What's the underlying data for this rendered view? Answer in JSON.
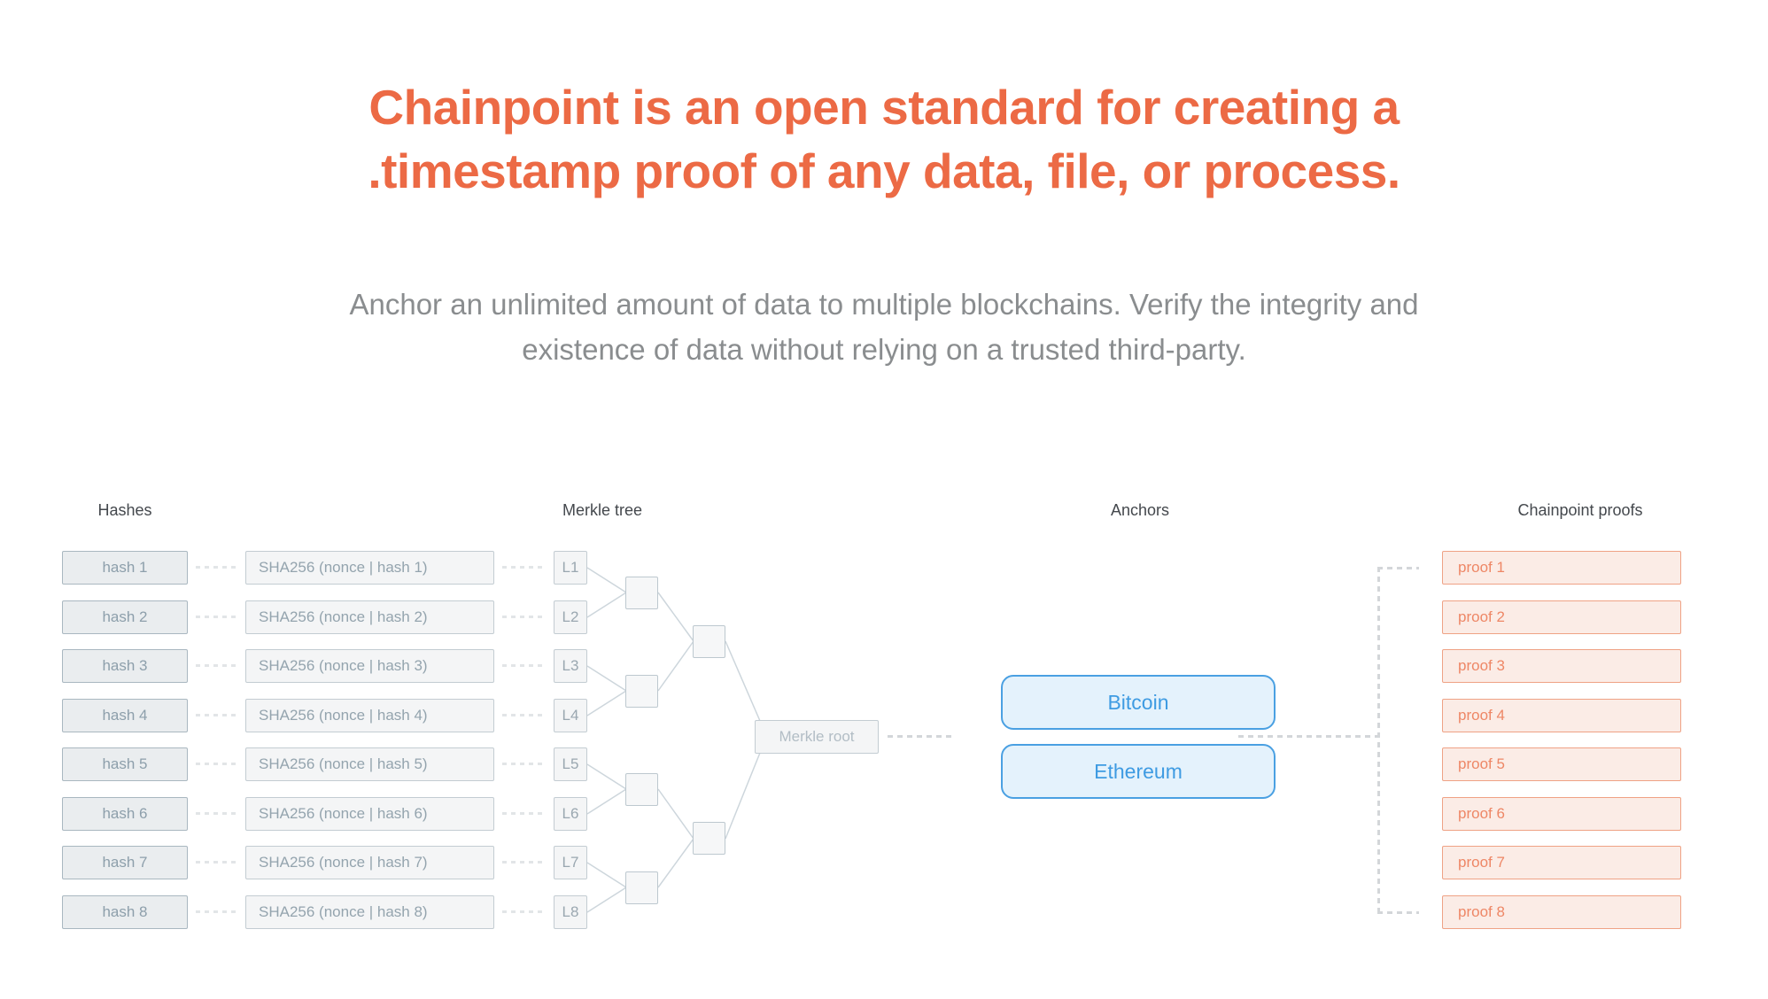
{
  "hero": {
    "title_line1": "Chainpoint is an open standard for creating a",
    "title_line2": "timestamp proof of any data, file, or process.",
    "subtitle_line1": "Anchor an unlimited amount of data to multiple blockchains. Verify the integrity and",
    "subtitle_line2": "existence of data without relying on a trusted third-party.",
    "title_color": "#ec6a45"
  },
  "diagram": {
    "column_headers": {
      "hashes": "Hashes",
      "merkle_tree": "Merkle tree",
      "anchors": "Anchors",
      "proofs": "Chainpoint proofs"
    },
    "hashes": [
      "hash 1",
      "hash 2",
      "hash 3",
      "hash 4",
      "hash 5",
      "hash 6",
      "hash 7",
      "hash 8"
    ],
    "sha_operations": [
      "SHA256 (nonce | hash 1)",
      "SHA256 (nonce | hash 2)",
      "SHA256 (nonce | hash 3)",
      "SHA256 (nonce | hash 4)",
      "SHA256 (nonce | hash 5)",
      "SHA256 (nonce | hash 6)",
      "SHA256 (nonce | hash 7)",
      "SHA256 (nonce | hash 8)"
    ],
    "leaves": [
      "L1",
      "L2",
      "L3",
      "L4",
      "L5",
      "L6",
      "L7",
      "L8"
    ],
    "merkle_root_label": "Merkle root",
    "anchors": [
      "Bitcoin",
      "Ethereum"
    ],
    "proofs": [
      "proof 1",
      "proof 2",
      "proof 3",
      "proof 4",
      "proof 5",
      "proof 6",
      "proof 7",
      "proof 8"
    ],
    "colors": {
      "anchor_border": "#4aa0e2",
      "anchor_fill": "#e4f2fc",
      "anchor_text": "#3e9be2",
      "proof_border": "#efa285",
      "proof_fill": "#fbece6",
      "proof_text": "#ee8766",
      "hash_fill": "#eaedef",
      "hash_border": "#a9b7c0",
      "neutral_fill": "#f4f5f6",
      "neutral_border": "#c3ccd2",
      "edge_line": "#cdd6dc"
    }
  }
}
